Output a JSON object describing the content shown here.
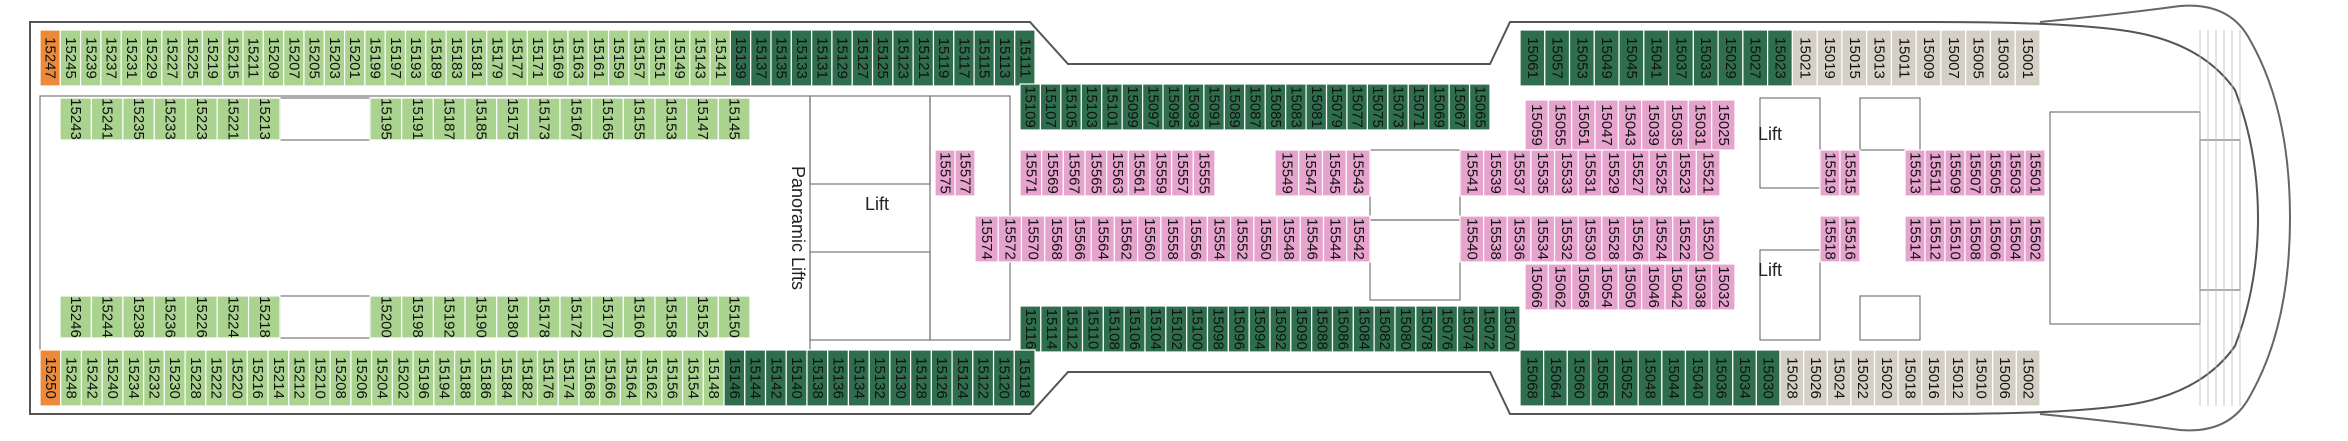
{
  "deck": {
    "colors": {
      "balcony": "#a9d38f",
      "suite": "#2f6e4c",
      "inside": "#e6a3cd",
      "oceanview": "#d4d0c6",
      "special": "#ec8a3a",
      "hull": "#555555"
    },
    "labels": {
      "lift_center": "Lift",
      "lift_right_top": "Lift",
      "lift_right_bottom": "Lift",
      "panoramic": "Panoramic Lifts"
    },
    "top_outer": [
      {
        "n": "15247",
        "t": "special"
      },
      {
        "n": "15245",
        "t": "balcony"
      },
      {
        "n": "15239",
        "t": "balcony"
      },
      {
        "n": "15237",
        "t": "balcony"
      },
      {
        "n": "15231",
        "t": "balcony"
      },
      {
        "n": "15229",
        "t": "balcony"
      },
      {
        "n": "15227",
        "t": "balcony"
      },
      {
        "n": "15225",
        "t": "balcony"
      },
      {
        "n": "15219",
        "t": "balcony"
      },
      {
        "n": "15215",
        "t": "balcony"
      },
      {
        "n": "15211",
        "t": "balcony"
      },
      {
        "n": "15209",
        "t": "balcony"
      },
      {
        "n": "15207",
        "t": "balcony"
      },
      {
        "n": "15205",
        "t": "balcony"
      },
      {
        "n": "15203",
        "t": "balcony"
      },
      {
        "n": "15201",
        "t": "balcony"
      },
      {
        "n": "15199",
        "t": "balcony"
      },
      {
        "n": "15197",
        "t": "balcony"
      },
      {
        "n": "15193",
        "t": "balcony"
      },
      {
        "n": "15189",
        "t": "balcony"
      },
      {
        "n": "15183",
        "t": "balcony"
      },
      {
        "n": "15181",
        "t": "balcony"
      },
      {
        "n": "15179",
        "t": "balcony"
      },
      {
        "n": "15177",
        "t": "balcony"
      },
      {
        "n": "15171",
        "t": "balcony"
      },
      {
        "n": "15169",
        "t": "balcony"
      },
      {
        "n": "15163",
        "t": "balcony"
      },
      {
        "n": "15161",
        "t": "balcony"
      },
      {
        "n": "15159",
        "t": "balcony"
      },
      {
        "n": "15157",
        "t": "balcony"
      },
      {
        "n": "15151",
        "t": "balcony"
      },
      {
        "n": "15149",
        "t": "balcony"
      },
      {
        "n": "15143",
        "t": "balcony"
      },
      {
        "n": "15141",
        "t": "balcony"
      },
      {
        "n": "15139",
        "t": "suite"
      },
      {
        "n": "15137",
        "t": "suite"
      },
      {
        "n": "15135",
        "t": "suite"
      },
      {
        "n": "15133",
        "t": "suite"
      },
      {
        "n": "15131",
        "t": "suite"
      },
      {
        "n": "15129",
        "t": "suite"
      },
      {
        "n": "15127",
        "t": "suite"
      },
      {
        "n": "15125",
        "t": "suite"
      },
      {
        "n": "15123",
        "t": "suite"
      },
      {
        "n": "15121",
        "t": "suite"
      },
      {
        "n": "15119",
        "t": "suite"
      },
      {
        "n": "15117",
        "t": "suite"
      },
      {
        "n": "15115",
        "t": "suite"
      },
      {
        "n": "15113",
        "t": "suite"
      },
      {
        "n": "15111",
        "t": "suite"
      }
    ],
    "top_inner_left": [
      "15243",
      "15241",
      "15235",
      "15233",
      "15223",
      "15221",
      "15213"
    ],
    "top_inner_right": [
      "15195",
      "15191",
      "15187",
      "15185",
      "15175",
      "15173",
      "15167",
      "15165",
      "15155",
      "15153",
      "15147",
      "15145"
    ],
    "top_mid_outer": [
      {
        "n": "15109",
        "t": "suite"
      },
      {
        "n": "15107",
        "t": "suite"
      },
      {
        "n": "15105",
        "t": "suite"
      },
      {
        "n": "15103",
        "t": "suite"
      },
      {
        "n": "15101",
        "t": "suite"
      },
      {
        "n": "15099",
        "t": "suite"
      },
      {
        "n": "15097",
        "t": "suite"
      },
      {
        "n": "15095",
        "t": "suite"
      },
      {
        "n": "15093",
        "t": "suite"
      },
      {
        "n": "15091",
        "t": "suite"
      },
      {
        "n": "15089",
        "t": "suite"
      },
      {
        "n": "15087",
        "t": "suite"
      },
      {
        "n": "15085",
        "t": "suite"
      },
      {
        "n": "15083",
        "t": "suite"
      },
      {
        "n": "15081",
        "t": "suite"
      },
      {
        "n": "15079",
        "t": "suite"
      },
      {
        "n": "15077",
        "t": "suite"
      },
      {
        "n": "15075",
        "t": "suite"
      },
      {
        "n": "15073",
        "t": "suite"
      },
      {
        "n": "15071",
        "t": "suite"
      },
      {
        "n": "15069",
        "t": "suite"
      },
      {
        "n": "15067",
        "t": "suite"
      },
      {
        "n": "15065",
        "t": "suite"
      }
    ],
    "top_fwd_outer": [
      {
        "n": "15061",
        "t": "suite"
      },
      {
        "n": "15057",
        "t": "suite"
      },
      {
        "n": "15053",
        "t": "suite"
      },
      {
        "n": "15049",
        "t": "suite"
      },
      {
        "n": "15045",
        "t": "suite"
      },
      {
        "n": "15041",
        "t": "suite"
      },
      {
        "n": "15037",
        "t": "suite"
      },
      {
        "n": "15033",
        "t": "suite"
      },
      {
        "n": "15029",
        "t": "suite"
      },
      {
        "n": "15027",
        "t": "suite"
      },
      {
        "n": "15023",
        "t": "suite"
      },
      {
        "n": "15021",
        "t": "oceanview"
      },
      {
        "n": "15019",
        "t": "oceanview"
      },
      {
        "n": "15015",
        "t": "oceanview"
      },
      {
        "n": "15013",
        "t": "oceanview"
      },
      {
        "n": "15011",
        "t": "oceanview"
      },
      {
        "n": "15009",
        "t": "oceanview"
      },
      {
        "n": "15007",
        "t": "oceanview"
      },
      {
        "n": "15005",
        "t": "oceanview"
      },
      {
        "n": "15003",
        "t": "oceanview"
      },
      {
        "n": "15001",
        "t": "oceanview"
      }
    ],
    "top_fwd_inside": [
      "15059",
      "15055",
      "15051",
      "15047",
      "15043",
      "15039",
      "15035",
      "15031",
      "15025"
    ],
    "mid_top_inside_a": [
      "15575",
      "15577"
    ],
    "mid_top_inside_b": [
      "15571",
      "15569",
      "15567",
      "15565",
      "15563",
      "15561",
      "15559",
      "15557",
      "15555"
    ],
    "mid_top_inside_c": [
      "15549",
      "15547",
      "15545",
      "15543"
    ],
    "mid_top_inside_d": [
      "15541",
      "15539",
      "15537",
      "15535",
      "15533",
      "15531",
      "15529",
      "15527",
      "15525",
      "15523",
      "15521"
    ],
    "mid_top_inside_e": [
      "15519",
      "15515"
    ],
    "mid_top_inside_f": [
      "15513",
      "15511",
      "15509",
      "15507",
      "15505",
      "15503",
      "15501"
    ],
    "mid_bot_inside_a": [
      "15574",
      "15572",
      "15570",
      "15568",
      "15566",
      "15564",
      "15562",
      "15560",
      "15558",
      "15556",
      "15554",
      "15552",
      "15550",
      "15548",
      "15546",
      "15544",
      "15542"
    ],
    "mid_bot_inside_d": [
      "15540",
      "15538",
      "15536",
      "15534",
      "15532",
      "15530",
      "15528",
      "15526",
      "15524",
      "15522",
      "15520"
    ],
    "mid_bot_inside_e": [
      "15518",
      "15516"
    ],
    "mid_bot_inside_f": [
      "15514",
      "15512",
      "15510",
      "15508",
      "15506",
      "15504",
      "15502"
    ],
    "bot_inner_left": [
      "15246",
      "15244",
      "15238",
      "15236",
      "15226",
      "15224",
      "15218"
    ],
    "bot_inner_right": [
      "15200",
      "15198",
      "15192",
      "15190",
      "15180",
      "15178",
      "15172",
      "15170",
      "15160",
      "15158",
      "15152",
      "15150"
    ],
    "bot_outer": [
      {
        "n": "15250",
        "t": "special"
      },
      {
        "n": "15248",
        "t": "balcony"
      },
      {
        "n": "15242",
        "t": "balcony"
      },
      {
        "n": "15240",
        "t": "balcony"
      },
      {
        "n": "15234",
        "t": "balcony"
      },
      {
        "n": "15232",
        "t": "balcony"
      },
      {
        "n": "15230",
        "t": "balcony"
      },
      {
        "n": "15228",
        "t": "balcony"
      },
      {
        "n": "15222",
        "t": "balcony"
      },
      {
        "n": "15220",
        "t": "balcony"
      },
      {
        "n": "15216",
        "t": "balcony"
      },
      {
        "n": "15214",
        "t": "balcony"
      },
      {
        "n": "15212",
        "t": "balcony"
      },
      {
        "n": "15210",
        "t": "balcony"
      },
      {
        "n": "15208",
        "t": "balcony"
      },
      {
        "n": "15206",
        "t": "balcony"
      },
      {
        "n": "15204",
        "t": "balcony"
      },
      {
        "n": "15202",
        "t": "balcony"
      },
      {
        "n": "15196",
        "t": "balcony"
      },
      {
        "n": "15194",
        "t": "balcony"
      },
      {
        "n": "15188",
        "t": "balcony"
      },
      {
        "n": "15186",
        "t": "balcony"
      },
      {
        "n": "15184",
        "t": "balcony"
      },
      {
        "n": "15182",
        "t": "balcony"
      },
      {
        "n": "15176",
        "t": "balcony"
      },
      {
        "n": "15174",
        "t": "balcony"
      },
      {
        "n": "15168",
        "t": "balcony"
      },
      {
        "n": "15166",
        "t": "balcony"
      },
      {
        "n": "15164",
        "t": "balcony"
      },
      {
        "n": "15162",
        "t": "balcony"
      },
      {
        "n": "15156",
        "t": "balcony"
      },
      {
        "n": "15154",
        "t": "balcony"
      },
      {
        "n": "15148",
        "t": "balcony"
      },
      {
        "n": "15146",
        "t": "suite"
      },
      {
        "n": "15144",
        "t": "suite"
      },
      {
        "n": "15142",
        "t": "suite"
      },
      {
        "n": "15140",
        "t": "suite"
      },
      {
        "n": "15138",
        "t": "suite"
      },
      {
        "n": "15136",
        "t": "suite"
      },
      {
        "n": "15134",
        "t": "suite"
      },
      {
        "n": "15132",
        "t": "suite"
      },
      {
        "n": "15130",
        "t": "suite"
      },
      {
        "n": "15128",
        "t": "suite"
      },
      {
        "n": "15126",
        "t": "suite"
      },
      {
        "n": "15124",
        "t": "suite"
      },
      {
        "n": "15122",
        "t": "suite"
      },
      {
        "n": "15120",
        "t": "suite"
      },
      {
        "n": "15118",
        "t": "suite"
      }
    ],
    "bot_mid_outer": [
      {
        "n": "15116",
        "t": "suite"
      },
      {
        "n": "15114",
        "t": "suite"
      },
      {
        "n": "15112",
        "t": "suite"
      },
      {
        "n": "15110",
        "t": "suite"
      },
      {
        "n": "15108",
        "t": "suite"
      },
      {
        "n": "15106",
        "t": "suite"
      },
      {
        "n": "15104",
        "t": "suite"
      },
      {
        "n": "15102",
        "t": "suite"
      },
      {
        "n": "15100",
        "t": "suite"
      },
      {
        "n": "15098",
        "t": "suite"
      },
      {
        "n": "15096",
        "t": "suite"
      },
      {
        "n": "15094",
        "t": "suite"
      },
      {
        "n": "15092",
        "t": "suite"
      },
      {
        "n": "15090",
        "t": "suite"
      },
      {
        "n": "15088",
        "t": "suite"
      },
      {
        "n": "15086",
        "t": "suite"
      },
      {
        "n": "15084",
        "t": "suite"
      },
      {
        "n": "15082",
        "t": "suite"
      },
      {
        "n": "15080",
        "t": "suite"
      },
      {
        "n": "15078",
        "t": "suite"
      },
      {
        "n": "15076",
        "t": "suite"
      },
      {
        "n": "15074",
        "t": "suite"
      },
      {
        "n": "15072",
        "t": "suite"
      },
      {
        "n": "15070",
        "t": "suite"
      }
    ],
    "bot_fwd_inside": [
      "15066",
      "15062",
      "15058",
      "15054",
      "15050",
      "15046",
      "15042",
      "15038",
      "15032"
    ],
    "bot_fwd_outer": [
      {
        "n": "15068",
        "t": "suite"
      },
      {
        "n": "15064",
        "t": "suite"
      },
      {
        "n": "15060",
        "t": "suite"
      },
      {
        "n": "15056",
        "t": "suite"
      },
      {
        "n": "15052",
        "t": "suite"
      },
      {
        "n": "15048",
        "t": "suite"
      },
      {
        "n": "15044",
        "t": "suite"
      },
      {
        "n": "15040",
        "t": "suite"
      },
      {
        "n": "15036",
        "t": "suite"
      },
      {
        "n": "15034",
        "t": "suite"
      },
      {
        "n": "15030",
        "t": "suite"
      },
      {
        "n": "15028",
        "t": "oceanview"
      },
      {
        "n": "15026",
        "t": "oceanview"
      },
      {
        "n": "15024",
        "t": "oceanview"
      },
      {
        "n": "15022",
        "t": "oceanview"
      },
      {
        "n": "15020",
        "t": "oceanview"
      },
      {
        "n": "15018",
        "t": "oceanview"
      },
      {
        "n": "15016",
        "t": "oceanview"
      },
      {
        "n": "15012",
        "t": "oceanview"
      },
      {
        "n": "15010",
        "t": "oceanview"
      },
      {
        "n": "15006",
        "t": "oceanview"
      },
      {
        "n": "15002",
        "t": "oceanview"
      }
    ]
  }
}
